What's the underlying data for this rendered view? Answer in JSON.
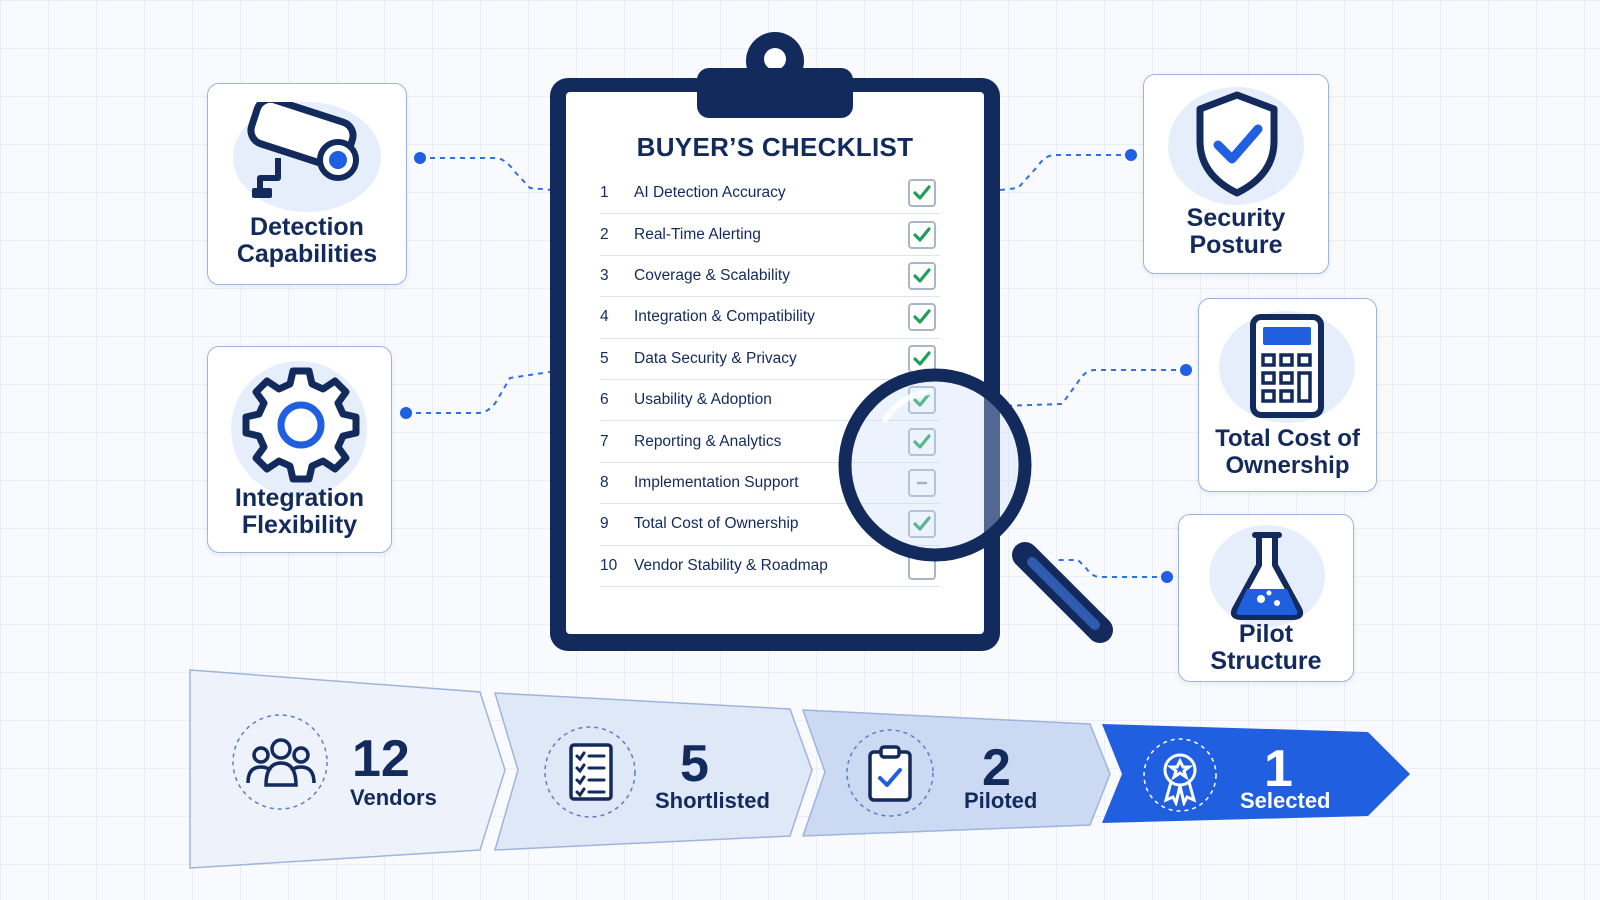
{
  "checklist": {
    "title": "BUYER’S CHECKLIST",
    "items": [
      {
        "num": "1",
        "label": "AI Detection Accuracy",
        "status": "checked"
      },
      {
        "num": "2",
        "label": "Real-Time Alerting",
        "status": "checked"
      },
      {
        "num": "3",
        "label": "Coverage & Scalability",
        "status": "checked"
      },
      {
        "num": "4",
        "label": "Integration & Compatibility",
        "status": "checked"
      },
      {
        "num": "5",
        "label": "Data Security & Privacy",
        "status": "checked"
      },
      {
        "num": "6",
        "label": "Usability & Adoption",
        "status": "checked"
      },
      {
        "num": "7",
        "label": "Reporting & Analytics",
        "status": "checked"
      },
      {
        "num": "8",
        "label": "Implementation Support",
        "status": "partial"
      },
      {
        "num": "9",
        "label": "Total Cost of Ownership",
        "status": "checked"
      },
      {
        "num": "10",
        "label": "Vendor Stability & Roadmap",
        "status": "empty"
      }
    ]
  },
  "cards": {
    "detection": {
      "line1": "Detection",
      "line2": "Capabilities",
      "icon": "security-camera-icon"
    },
    "integration": {
      "line1": "Integration",
      "line2": "Flexibility",
      "icon": "gear-icon"
    },
    "security": {
      "line1": "Security",
      "line2": "Posture",
      "icon": "shield-check-icon"
    },
    "tco": {
      "line1": "Total Cost of",
      "line2": "Ownership",
      "icon": "calculator-icon"
    },
    "pilot": {
      "line1": "Pilot",
      "line2": "Structure",
      "icon": "flask-icon"
    }
  },
  "funnel": [
    {
      "number": "12",
      "label": "Vendors",
      "icon": "people-icon"
    },
    {
      "number": "5",
      "label": "Shortlisted",
      "icon": "list-icon"
    },
    {
      "number": "2",
      "label": "Piloted",
      "icon": "clipboard-check-icon"
    },
    {
      "number": "1",
      "label": "Selected",
      "icon": "award-icon"
    }
  ],
  "colors": {
    "navy": "#132a5c",
    "accent_blue": "#1f5fe0",
    "check_green": "#1fa05a",
    "card_border": "#9fb4dd",
    "funnel_light": "#e3ebf8",
    "funnel_selected": "#1f5fe0"
  }
}
